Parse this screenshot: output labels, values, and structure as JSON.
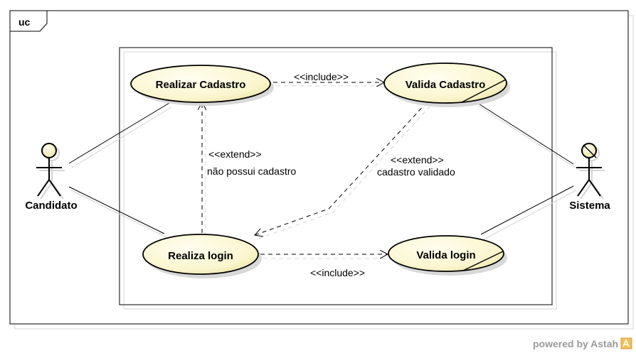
{
  "frame": {
    "tag": "uc"
  },
  "actors": {
    "candidato": "Candidato",
    "sistema": "Sistema"
  },
  "use_cases": {
    "realizar_cadastro": "Realizar Cadastro",
    "valida_cadastro": "Valida Cadastro",
    "realiza_login": "Realiza login",
    "valida_login": "Valida login"
  },
  "relations": {
    "include_cadastro": "<<include>>",
    "include_login": "<<include>>",
    "extend_cadastro_stereotype": "<<extend>>",
    "extend_cadastro_condition": "não possui cadastro",
    "extend_login_stereotype": "<<extend>>",
    "extend_login_condition": "cadastro validado"
  },
  "footer": {
    "powered_by": "powered by Astah"
  },
  "colors": {
    "usecase_fill": "#fbf8d6",
    "usecase_fill_dark": "#e9e1a0",
    "stroke": "#000000",
    "shadow": "#c8c8c8"
  }
}
